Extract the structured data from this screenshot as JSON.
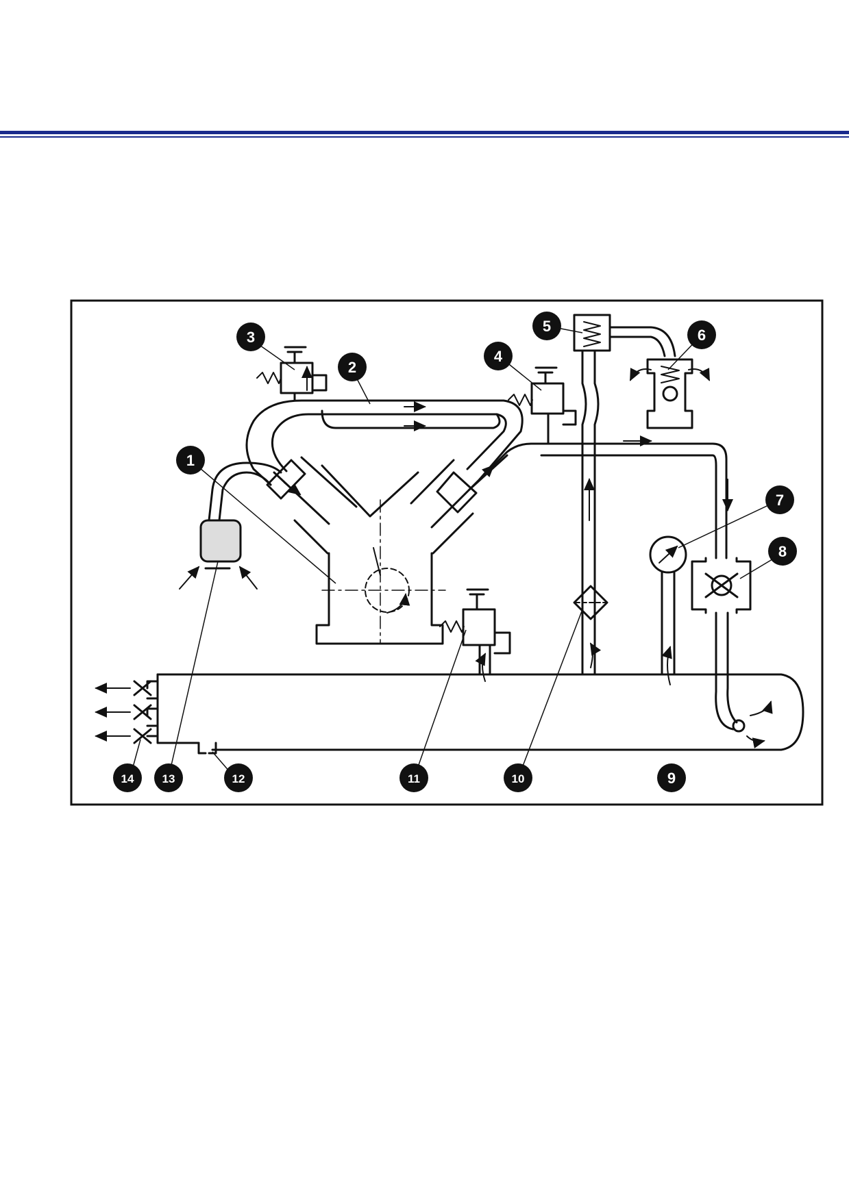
{
  "colors": {
    "header_rule": "#1a2a8c",
    "ink": "#111111"
  },
  "diagram": {
    "callouts": [
      {
        "id": "1",
        "label": "1"
      },
      {
        "id": "2",
        "label": "2"
      },
      {
        "id": "3",
        "label": "3"
      },
      {
        "id": "4",
        "label": "4"
      },
      {
        "id": "5",
        "label": "5"
      },
      {
        "id": "6",
        "label": "6"
      },
      {
        "id": "7",
        "label": "7"
      },
      {
        "id": "8",
        "label": "8"
      },
      {
        "id": "9",
        "label": "9"
      },
      {
        "id": "10",
        "label": "10"
      },
      {
        "id": "11",
        "label": "11"
      },
      {
        "id": "12",
        "label": "12"
      },
      {
        "id": "13",
        "label": "13"
      },
      {
        "id": "14",
        "label": "14"
      }
    ]
  }
}
